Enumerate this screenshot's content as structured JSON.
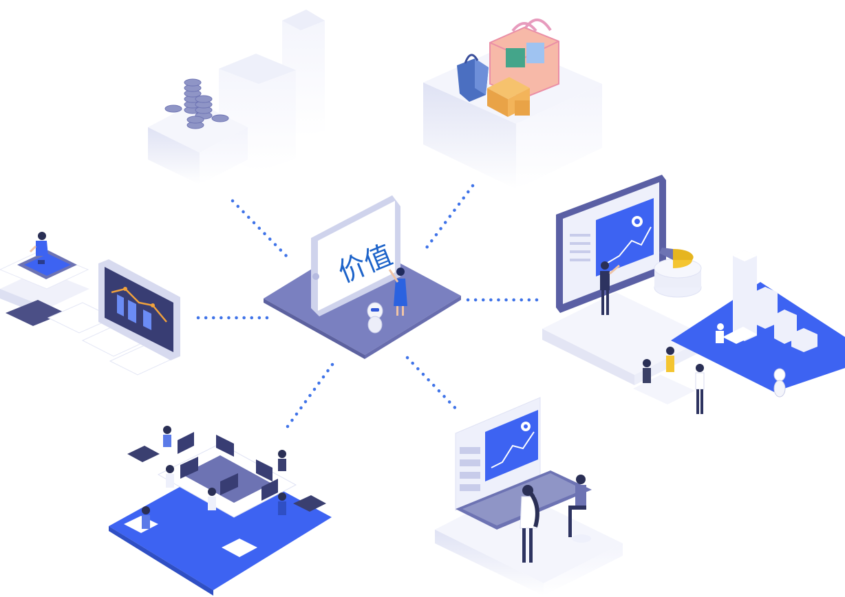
{
  "hub": {
    "label": "价值",
    "name": "value-hub"
  },
  "palette": {
    "primary_blue": "#3d63f2",
    "connector_blue": "#3f73e8",
    "slate": "#6d73b3",
    "light_panel": "#eef0fb",
    "pale_block": "#e6e9f7",
    "accent_yellow": "#f4c531",
    "accent_orange": "#f1a23c",
    "accent_pink": "#e79bbd"
  },
  "nodes": [
    {
      "id": "finance-coins",
      "icon": "coins-on-blocks"
    },
    {
      "id": "shopping",
      "icon": "shopping-baskets"
    },
    {
      "id": "analytics-board",
      "icon": "presenter-dashboard"
    },
    {
      "id": "data-monitor",
      "icon": "monitor-chart"
    },
    {
      "id": "office-team",
      "icon": "coworking-desks"
    },
    {
      "id": "ui-designers",
      "icon": "designers-keyboard"
    }
  ]
}
